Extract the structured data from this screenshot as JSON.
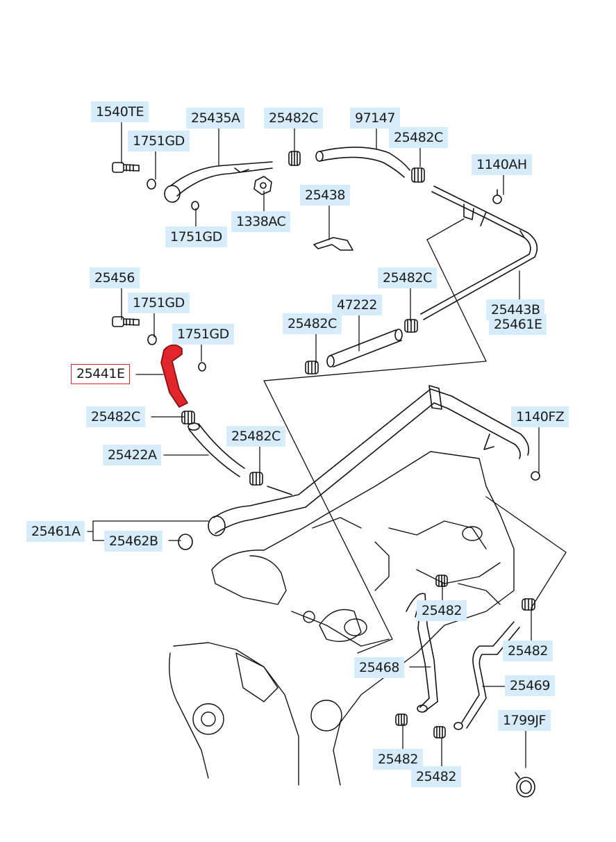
{
  "diagram": {
    "selected_part": "25441E",
    "highlight_color": "#e0262b",
    "label_bg": "#d6ecfb",
    "labels": {
      "p1540TE": "1540TE",
      "p25435A": "25435A",
      "p25482C_a": "25482C",
      "p97147": "97147",
      "p25482C_b": "25482C",
      "p1751GD_a": "1751GD",
      "p1140AH": "1140AH",
      "p25438": "25438",
      "p1338AC": "1338AC",
      "p1751GD_b": "1751GD",
      "p25456": "25456",
      "p25482C_c": "25482C",
      "p1751GD_c": "1751GD",
      "p47222": "47222",
      "p25443B": "25443B",
      "p25461E": "25461E",
      "p25482C_d": "25482C",
      "p1751GD_d": "1751GD",
      "p25441E": "25441E",
      "p25482C_e": "25482C",
      "p1140FZ": "1140FZ",
      "p25482C_f": "25482C",
      "p25422A": "25422A",
      "p25461A": "25461A",
      "p25462B": "25462B",
      "p25482_a": "25482",
      "p25482_b": "25482",
      "p25468": "25468",
      "p25469": "25469",
      "p1799JF": "1799JF",
      "p25482_c": "25482",
      "p25482_d": "25482"
    }
  }
}
